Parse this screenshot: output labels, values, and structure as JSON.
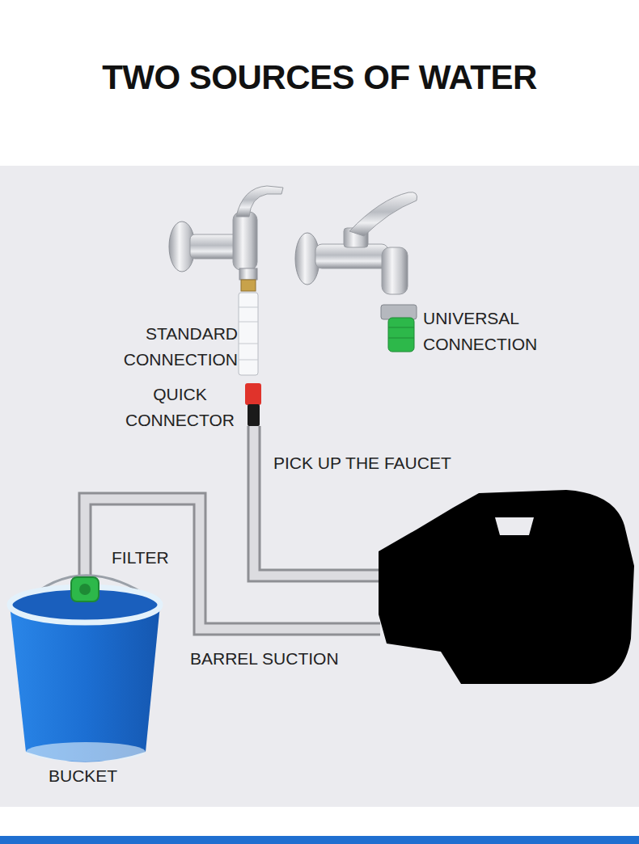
{
  "diagram": {
    "title": "TWO SOURCES OF WATER",
    "labels": [
      "STANDARD CONNECTION",
      "UNIVERSAL CONNECTION",
      "QUICK CONNECTOR",
      "PICK UP THE FAUCET",
      "FILTER",
      "BARREL SUCTION",
      "BUCKET"
    ]
  }
}
